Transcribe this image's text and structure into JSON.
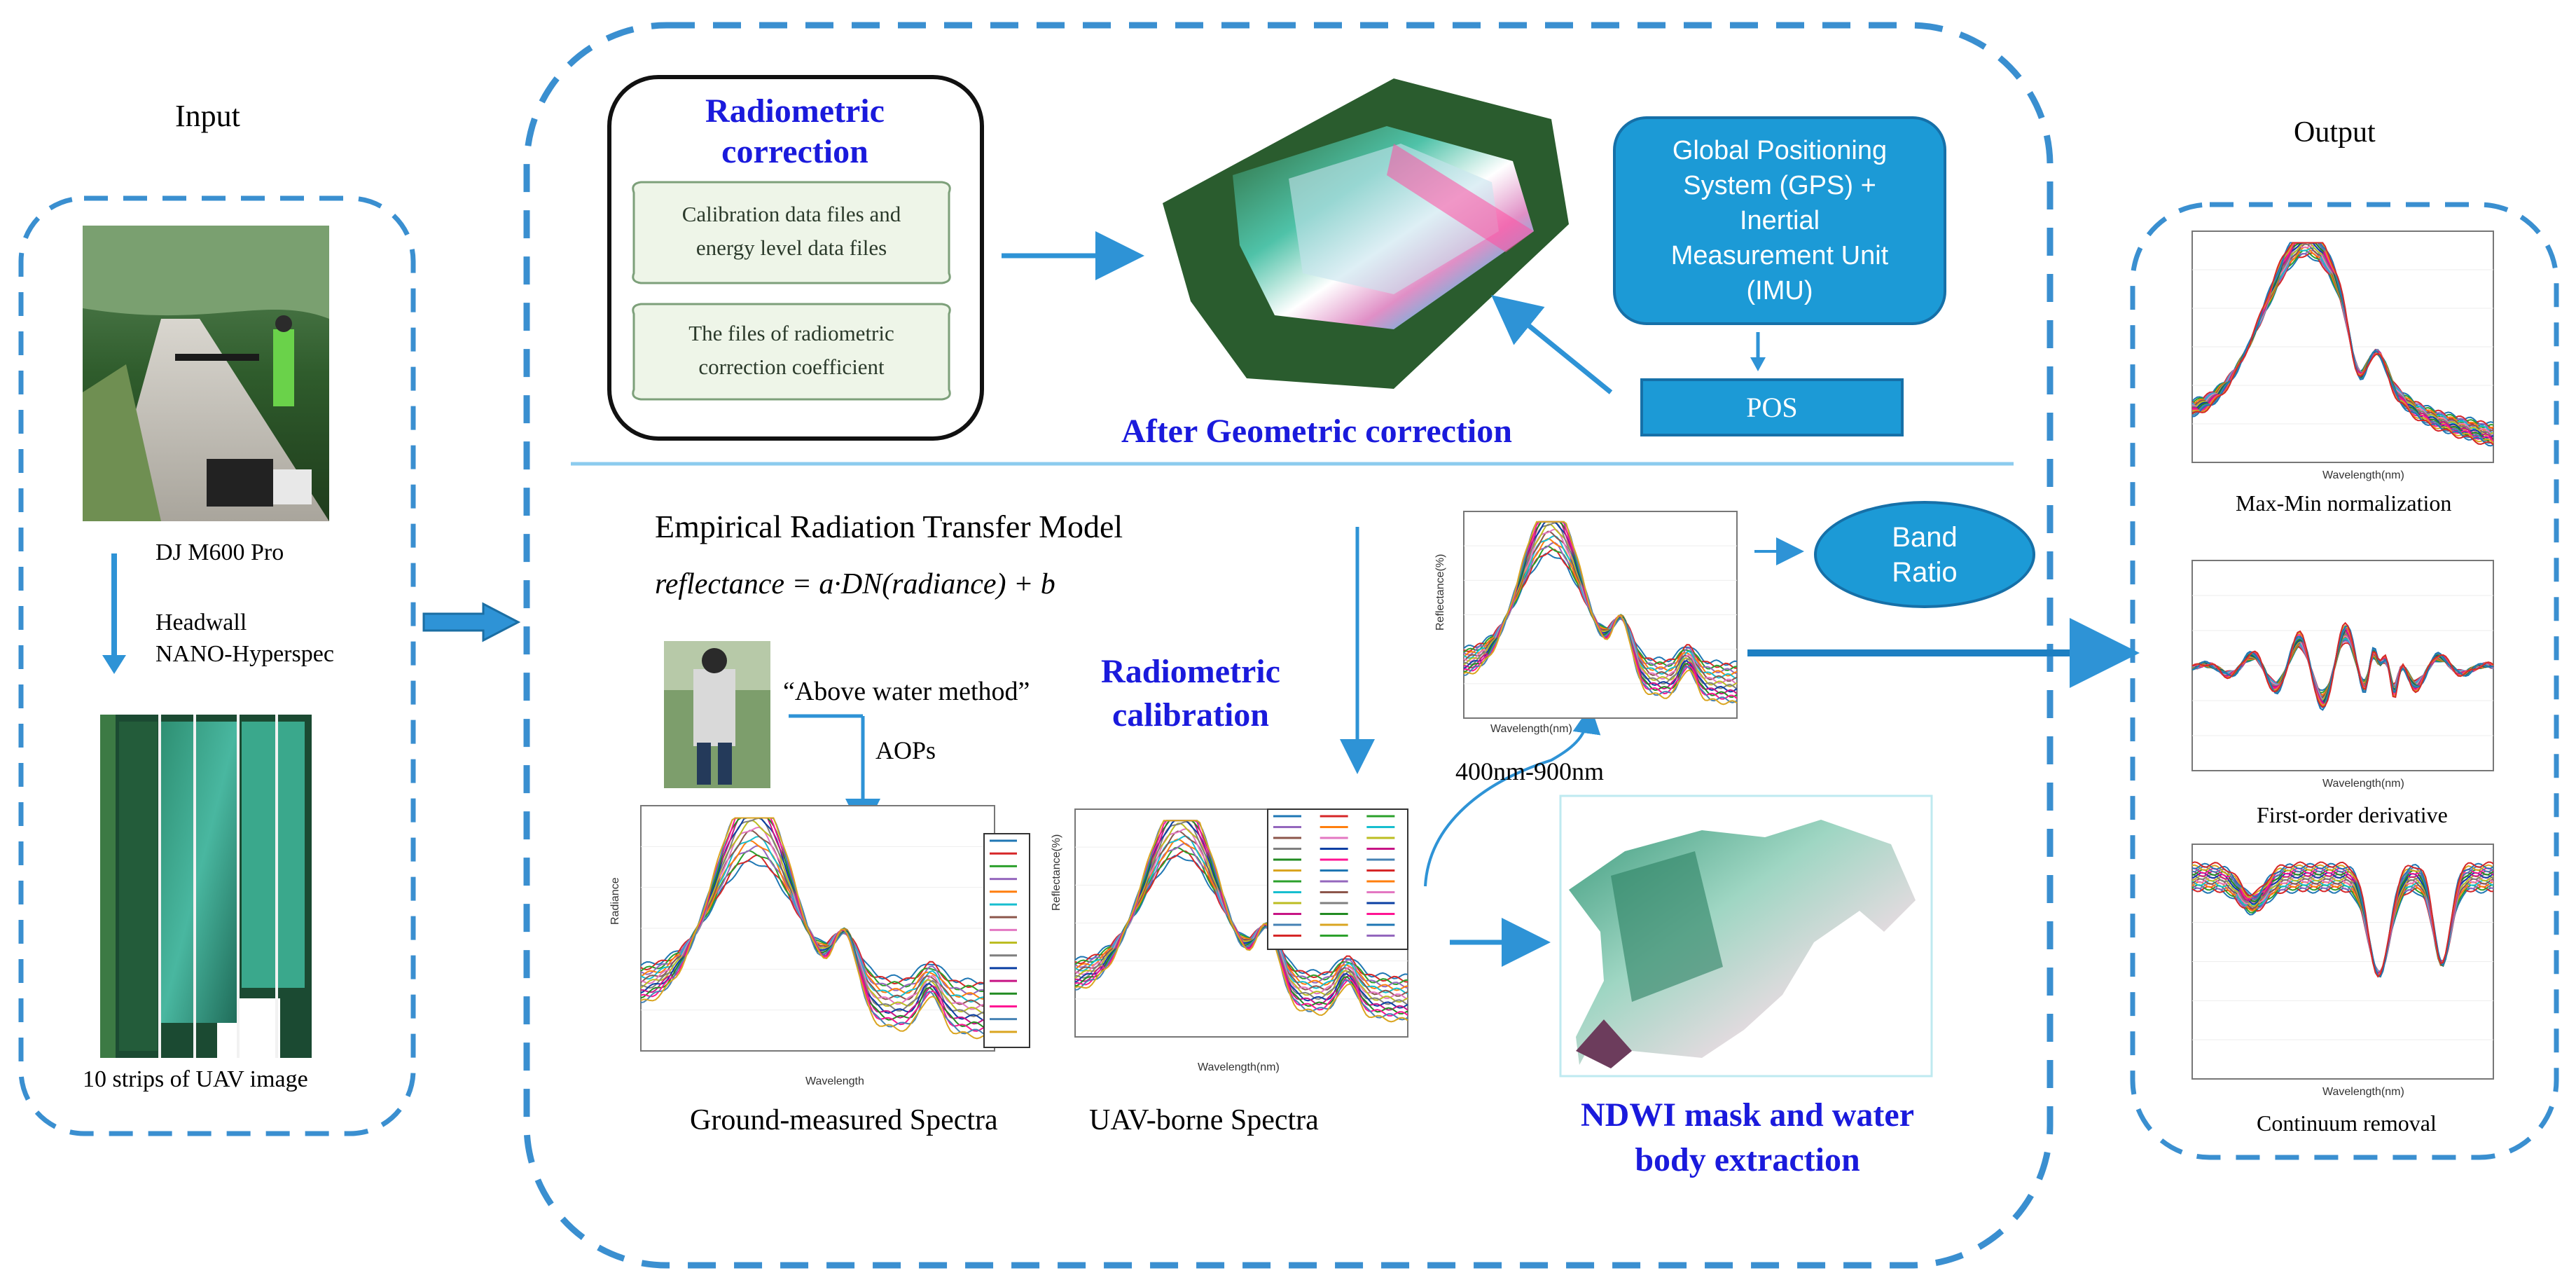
{
  "input": {
    "title": "Input",
    "drone_label": "DJ M600 Pro",
    "sensor_label_1": "Headwall",
    "sensor_label_2": "NANO-Hyperspec",
    "strips_label": "10 strips of UAV image"
  },
  "geometric": {
    "radiometric_correction_title_1": "Radiometric",
    "radiometric_correction_title_2": "correction",
    "scroll1_line1": "Calibration data files and",
    "scroll1_line2": "energy level data files",
    "scroll2_line1": "The files of radiometric",
    "scroll2_line2": "correction coefficient",
    "after_geometric": "After Geometric correction",
    "gps_imu_lines": [
      "Global Positioning",
      "System (GPS) +",
      "Inertial",
      "Measurement Unit",
      "(IMU)"
    ],
    "pos_label": "POS"
  },
  "radiometric": {
    "model_title": "Empirical Radiation Transfer Model",
    "formula": "reflectance = a·DN(radiance) + b",
    "above_water": "“Above water method”",
    "aops": "AOPs",
    "calibration_title_1": "Radiometric",
    "calibration_title_2": "calibration",
    "range_label": "400nm-900nm",
    "band_ratio_1": "Band",
    "band_ratio_2": "Ratio",
    "ground_spectra": "Ground-measured Spectra",
    "uav_spectra": "UAV-borne Spectra",
    "ndwi_1": "NDWI mask and water",
    "ndwi_2": "body extraction"
  },
  "output": {
    "title": "Output",
    "plot1_label": "Max-Min normalization",
    "plot2_label": "First-order derivative",
    "plot3_label": "Continuum removal"
  },
  "axes": {
    "wavelength_nm": "Wavelength(nm)",
    "wavelength": "Wavelength",
    "radiance": "Radiance",
    "reflectance": "Reflectance(%)"
  },
  "colors": {
    "dash_border": "#3a8fd0",
    "arrow": "#2e93d6",
    "title_blue": "#1a1adc",
    "box_fill": "#1c9ad6"
  }
}
